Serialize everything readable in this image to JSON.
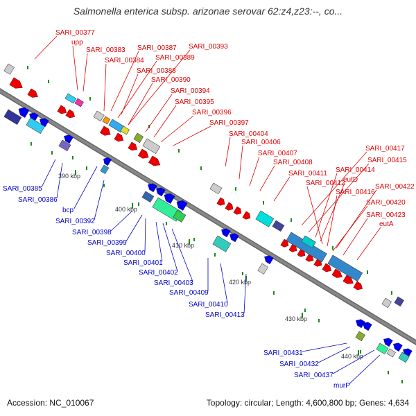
{
  "title": "Salmonella enterica subsp. arizonae serovar 62:z4,z23:--, co...",
  "footer": {
    "accession": "Accession: NC_010067",
    "summary": "Topology: circular; Length: 4,600,800 bp; Genes: 4,634"
  },
  "colors": {
    "plus_label": "#dd0000",
    "minus_label": "#0000cc",
    "backbone": "#888888",
    "tick": "#1a8a1a"
  },
  "kbp_ticks": [
    "390 kbp",
    "400 kbp",
    "410 kbp",
    "420 kbp",
    "430 kbp",
    "440 kbp"
  ],
  "plus_strand_labels": [
    "SARI_00377",
    "upp",
    "SARI_00383",
    "SARI_00384",
    "SARI_00387",
    "SARI_00389",
    "SARI_00393",
    "SARI_00388",
    "SARI_00390",
    "SARI_00394",
    "SARI_00395",
    "SARI_00396",
    "SARI_00397",
    "SARI_00404",
    "SARI_00406",
    "SARI_00407",
    "SARI_00408",
    "SARI_00411",
    "SARI_00417",
    "SARI_00415",
    "SARI_00414",
    "eutD",
    "SARI_00412",
    "SARI_00416",
    "SARI_00422",
    "SARI_00420",
    "SARI_00423",
    "eutA"
  ],
  "minus_strand_labels": [
    "SARI_00385",
    "SARI_00386",
    "bcp",
    "SARI_00392",
    "SARI_00398",
    "SARI_00399",
    "SARI_00400",
    "SARI_00401",
    "SARI_00402",
    "SARI_00403",
    "SARI_00409",
    "SARI_00410",
    "SARI_00413",
    "SARI_00431",
    "SARI_00432",
    "SARI_00437",
    "murP"
  ]
}
